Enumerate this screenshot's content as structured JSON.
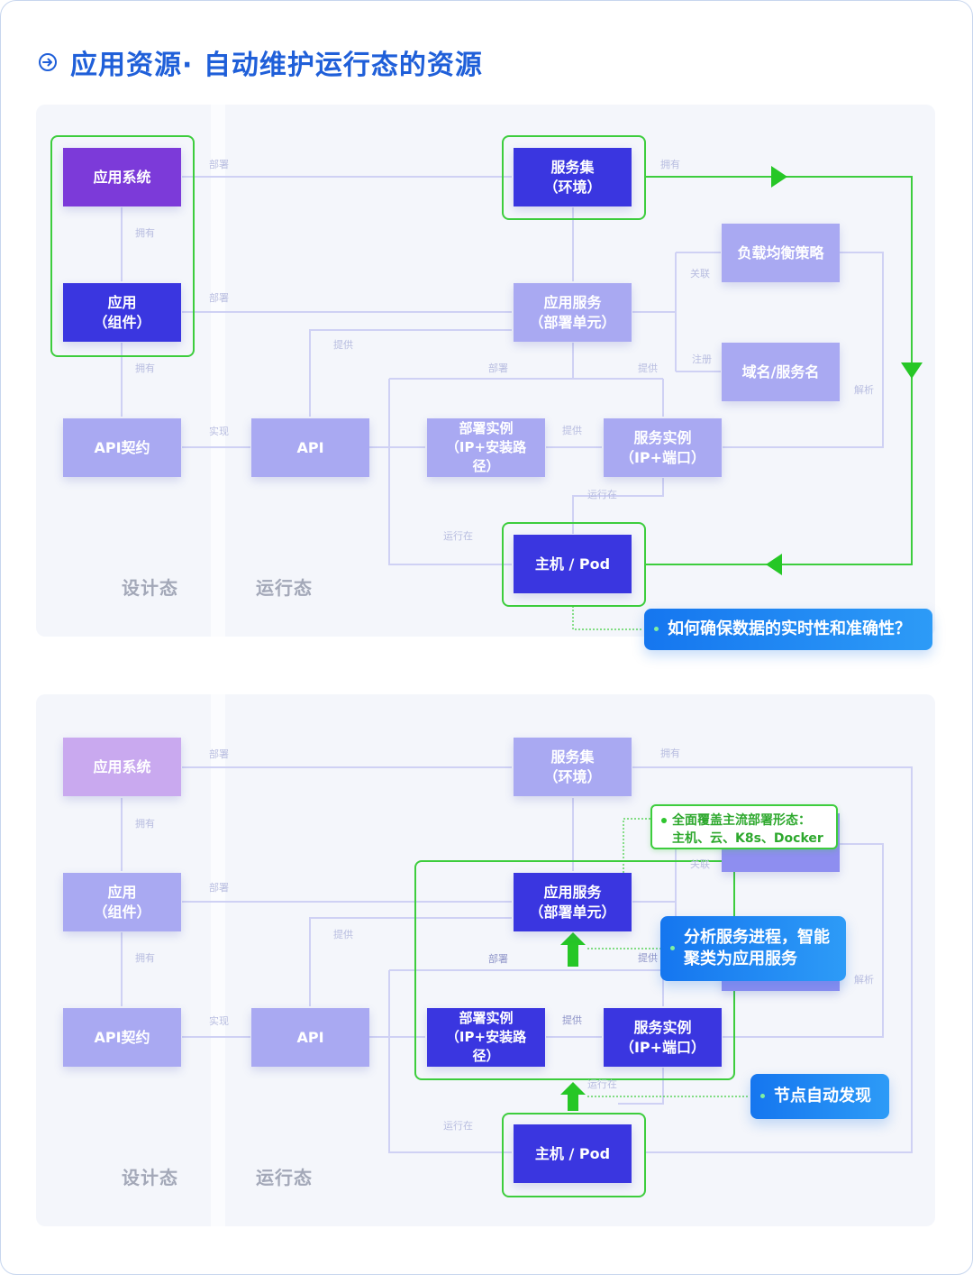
{
  "page_title": "应用资源· 自动维护运行态的资源",
  "labels": {
    "app_system": "应用系统",
    "app_component": "应用\n（组件）",
    "api_contract": "API契约",
    "api": "API",
    "service_set": "服务集\n（环境）",
    "app_service": "应用服务\n（部署单元）",
    "load_balance": "负载均衡策略",
    "domain_name": "域名/服务名",
    "deploy_instance": "部署实例\n（IP+安装路\n径）",
    "service_instance": "服务实例\n（IP+端口）",
    "host_pod": "主机 / Pod"
  },
  "edges": {
    "deploy": "部署",
    "own": "拥有",
    "provide": "提供",
    "implement": "实现",
    "associate": "关联",
    "register": "注册",
    "resolve": "解析",
    "run_on": "运行在"
  },
  "sections": {
    "design": "设计态",
    "runtime": "运行态"
  },
  "panel1": {
    "callout": "如何确保数据的实时性和准确性？"
  },
  "panel2": {
    "note": "全面覆盖主流部署形态：\n主机、云、K8s、Docker",
    "callout_cluster": "分析服务进程，智能\n聚类为应用服务",
    "callout_discover": "节点自动发现"
  },
  "colors": {
    "title_blue": "#1f5fd9",
    "green": "#3dcd3d",
    "purple": "#7c3ad9",
    "blue": "#3a36e0",
    "lavender": "#a9a9f2",
    "line": "#c9ccf3"
  }
}
